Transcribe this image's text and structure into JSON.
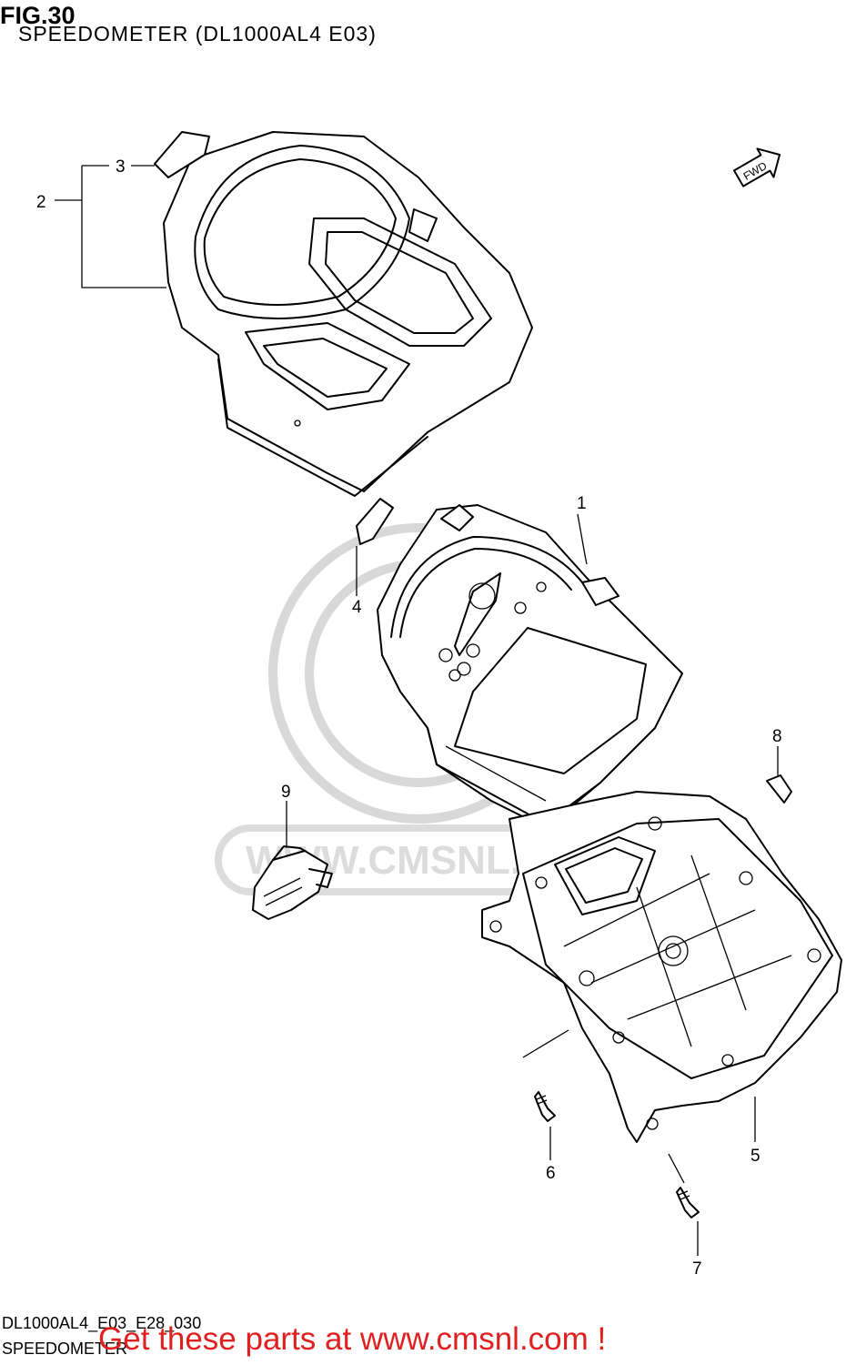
{
  "header": {
    "fig_number": "FIG.30",
    "fig_title": "SPEEDOMETER (DL1000AL4 E03)"
  },
  "callouts": [
    {
      "id": "1",
      "label": "1"
    },
    {
      "id": "2",
      "label": "2"
    },
    {
      "id": "3",
      "label": "3"
    },
    {
      "id": "4",
      "label": "4"
    },
    {
      "id": "5",
      "label": "5"
    },
    {
      "id": "6",
      "label": "6"
    },
    {
      "id": "7",
      "label": "7"
    },
    {
      "id": "8",
      "label": "8"
    },
    {
      "id": "9",
      "label": "9"
    }
  ],
  "fwd_arrow": "FWD",
  "watermark": "WWW.CMSNL.COM",
  "footer": {
    "diagram_code": "DL1000AL4_E03_E28_030",
    "section_name": "SPEEDOMETER",
    "promo": "Get these parts at www.cmsnl.com !"
  },
  "colors": {
    "promo": "#e02020",
    "line": "#000000",
    "watermark": "#dcdcdc"
  }
}
